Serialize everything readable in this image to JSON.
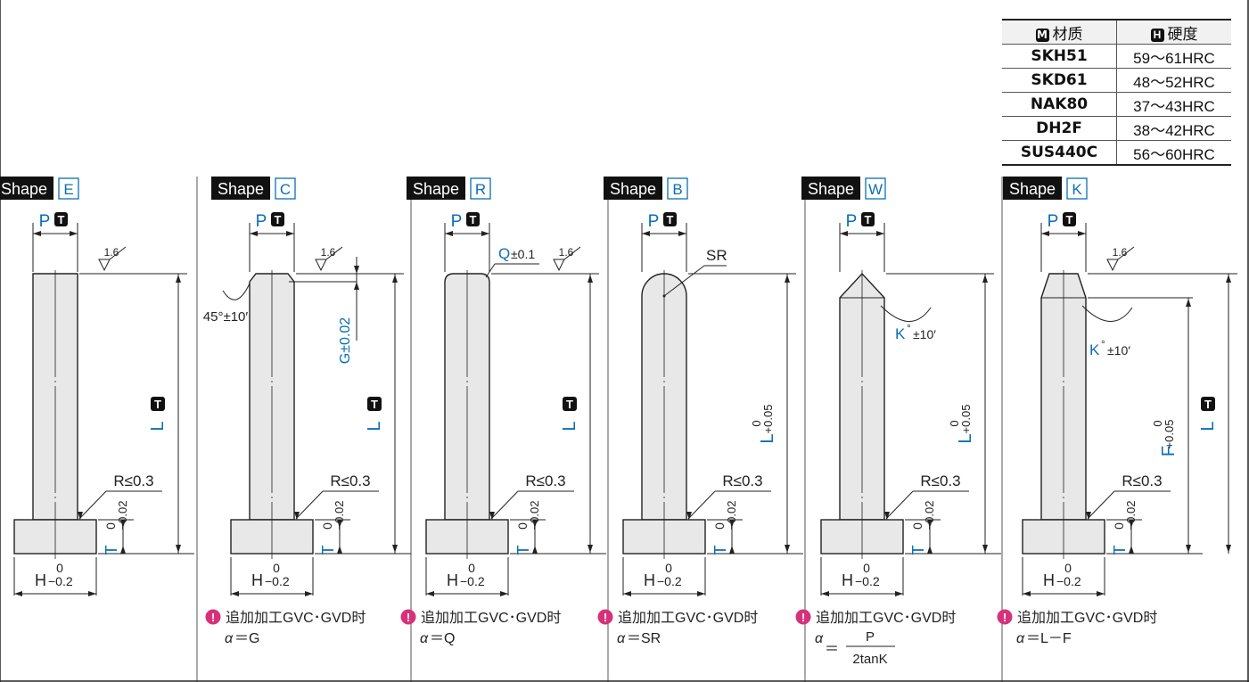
{
  "material_table": {
    "header": {
      "m_badge": "M",
      "material": "材质",
      "h_badge": "H",
      "hardness": "硬度"
    },
    "rows": [
      {
        "material": "SKH51",
        "hardness": "59～61HRC"
      },
      {
        "material": "SKD61",
        "hardness": "48～52HRC"
      },
      {
        "material": "NAK80",
        "hardness": "37～43HRC"
      },
      {
        "material": "DH2F",
        "hardness": "38～42HRC"
      },
      {
        "material": "SUS440C",
        "hardness": "56～60HRC"
      }
    ]
  },
  "labels": {
    "shape": "Shape",
    "p": "P",
    "t_badge": "T",
    "l": "L",
    "f": "F",
    "h": "H",
    "t": "T",
    "zero": "0",
    "minus02": "−0.2",
    "minus002": "−0.02",
    "plus005": "+0.05",
    "r_le": "R≤0.3",
    "roughness": "1.6",
    "gvc_note": "追加加工GVC･GVD时",
    "alpha": "α",
    "angle45": "45°±10′",
    "g_tol": "G±0.02",
    "q_tol": "±0.1",
    "sr": "SR",
    "k": "K",
    "k_tol": "±10′",
    "deg": "°"
  },
  "shapes": [
    {
      "code": "E",
      "formula": ""
    },
    {
      "code": "C",
      "formula": "＝G"
    },
    {
      "code": "R",
      "formula": "＝Q"
    },
    {
      "code": "B",
      "formula": "＝SR"
    },
    {
      "code": "W",
      "formula_num": "P",
      "formula_den": "2tanK",
      "formula": "＝"
    },
    {
      "code": "K",
      "formula": "＝L－F"
    }
  ],
  "colors": {
    "accent": "#0a6fb5",
    "note_icon": "#d6317a",
    "part_fill": "#e8e8e8",
    "line": "#222222"
  }
}
